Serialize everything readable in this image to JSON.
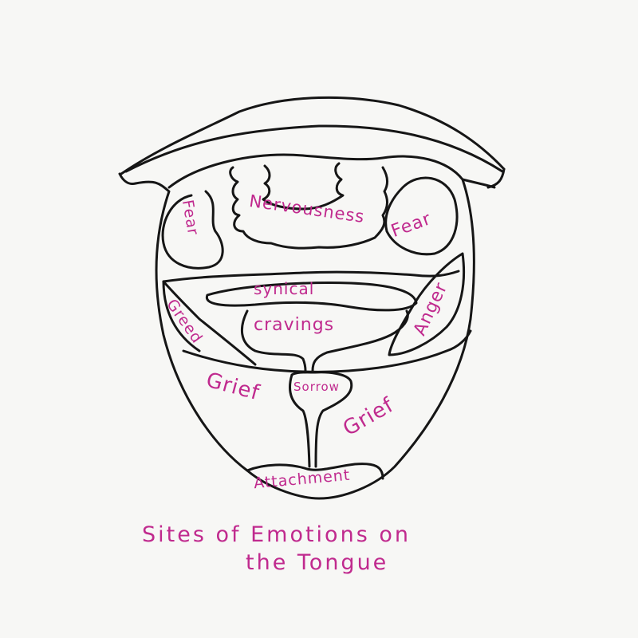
{
  "diagram": {
    "title_line1": "Sites of  Emotions on",
    "title_line2": "the Tongue",
    "ink_color": "#161616",
    "label_color": "#c02a8e",
    "background": "#f7f7f5",
    "regions": [
      {
        "id": "fear-left",
        "label": "Fear"
      },
      {
        "id": "nervousness",
        "label": "Nervousness"
      },
      {
        "id": "fear-right",
        "label": "Fear"
      },
      {
        "id": "synical",
        "label": "synical"
      },
      {
        "id": "cravings",
        "label": "cravings"
      },
      {
        "id": "greed",
        "label": "Greed"
      },
      {
        "id": "anger",
        "label": "Anger"
      },
      {
        "id": "grief-left",
        "label": "Grief"
      },
      {
        "id": "sorrow",
        "label": "Sorrow"
      },
      {
        "id": "grief-right",
        "label": "Grief"
      },
      {
        "id": "attachment",
        "label": "Attachment"
      }
    ]
  }
}
